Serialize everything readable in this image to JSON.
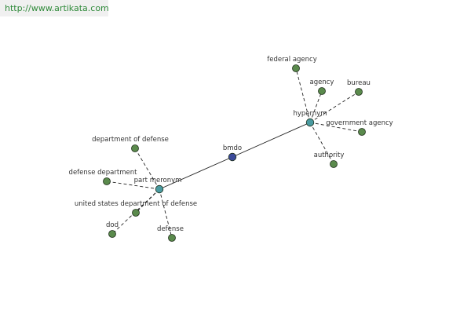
{
  "watermark": {
    "text": "http://www.artikata.com"
  },
  "colors": {
    "leaf": "#5a8a4c",
    "hub": "#4a9aa0",
    "center": "#3b4a9a",
    "edge": "#222222"
  },
  "nodes": [
    {
      "id": "bmdo",
      "label": "bmdo",
      "kind": "center"
    },
    {
      "id": "hypernym",
      "label": "hypernym",
      "kind": "hub"
    },
    {
      "id": "part_meronym",
      "label": "part meronym",
      "kind": "hub"
    },
    {
      "id": "federal_agency",
      "label": "federal agency",
      "kind": "leaf"
    },
    {
      "id": "agency",
      "label": "agency",
      "kind": "leaf"
    },
    {
      "id": "bureau",
      "label": "bureau",
      "kind": "leaf"
    },
    {
      "id": "government_agency",
      "label": "government agency",
      "kind": "leaf"
    },
    {
      "id": "authority",
      "label": "authority",
      "kind": "leaf"
    },
    {
      "id": "department_of_defense",
      "label": "department of defense",
      "kind": "leaf"
    },
    {
      "id": "defense_department",
      "label": "defense department",
      "kind": "leaf"
    },
    {
      "id": "united_states_department_of_defense",
      "label": "united states department of defense",
      "kind": "leaf"
    },
    {
      "id": "dod",
      "label": "dod",
      "kind": "leaf"
    },
    {
      "id": "defense",
      "label": "defense",
      "kind": "leaf"
    }
  ],
  "edges": [
    {
      "from": "bmdo",
      "to": "hypernym",
      "style": "solid"
    },
    {
      "from": "bmdo",
      "to": "part_meronym",
      "style": "solid"
    },
    {
      "from": "hypernym",
      "to": "federal_agency",
      "style": "dashed"
    },
    {
      "from": "hypernym",
      "to": "agency",
      "style": "dashed"
    },
    {
      "from": "hypernym",
      "to": "bureau",
      "style": "dashed"
    },
    {
      "from": "hypernym",
      "to": "government_agency",
      "style": "dashed"
    },
    {
      "from": "hypernym",
      "to": "authority",
      "style": "dashed"
    },
    {
      "from": "part_meronym",
      "to": "department_of_defense",
      "style": "dashed"
    },
    {
      "from": "part_meronym",
      "to": "defense_department",
      "style": "dashed"
    },
    {
      "from": "part_meronym",
      "to": "united_states_department_of_defense",
      "style": "dashed"
    },
    {
      "from": "part_meronym",
      "to": "dod",
      "style": "dashed"
    },
    {
      "from": "part_meronym",
      "to": "defense",
      "style": "dashed"
    }
  ]
}
